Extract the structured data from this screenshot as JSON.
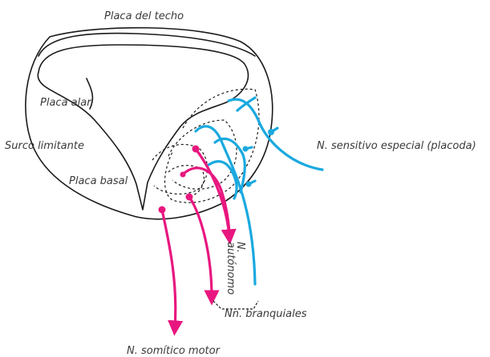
{
  "labels": {
    "roof_plate": "Placa del techo",
    "alar_plate": "Placa alar",
    "sulcus_limitans": "Surco limitante",
    "basal_plate": "Placa basal",
    "special_sensory_nerve": "N. sensitivo especial (placoda)",
    "autonomic_nerve_line1": "N.",
    "autonomic_nerve_line2": "autónomo",
    "branchial_nerves": "Nn. branquiales",
    "somatic_motor_nerve": "N. somítico motor"
  },
  "colors": {
    "sensory": "#1aa9df",
    "motor": "#e8177f",
    "outline": "#1a1a1a",
    "text": "#3a3a3a"
  }
}
